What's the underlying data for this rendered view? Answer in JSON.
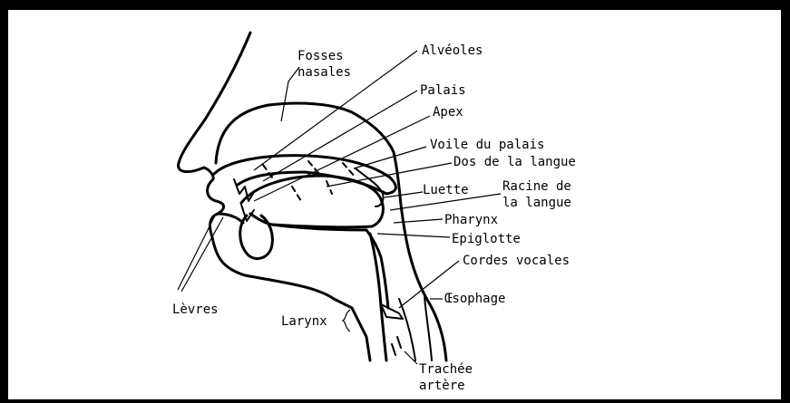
{
  "labels": {
    "fosses_nasales_1": "Fosses",
    "fosses_nasales_2": "nasales",
    "alveoles": "Alvéoles",
    "palais": "Palais",
    "apex": "Apex",
    "voile_du_palais": "Voile du palais",
    "dos_de_la_langue": "Dos de la langue",
    "luette": "Luette",
    "racine_1": "Racine de",
    "racine_2": "la langue",
    "pharynx": "Pharynx",
    "epiglotte": "Epiglotte",
    "cordes_vocales": "Cordes vocales",
    "oesophage": "Œsophage",
    "levres": "Lèvres",
    "larynx": "Larynx",
    "trachee_1": "Trachée",
    "trachee_2": "artère"
  }
}
